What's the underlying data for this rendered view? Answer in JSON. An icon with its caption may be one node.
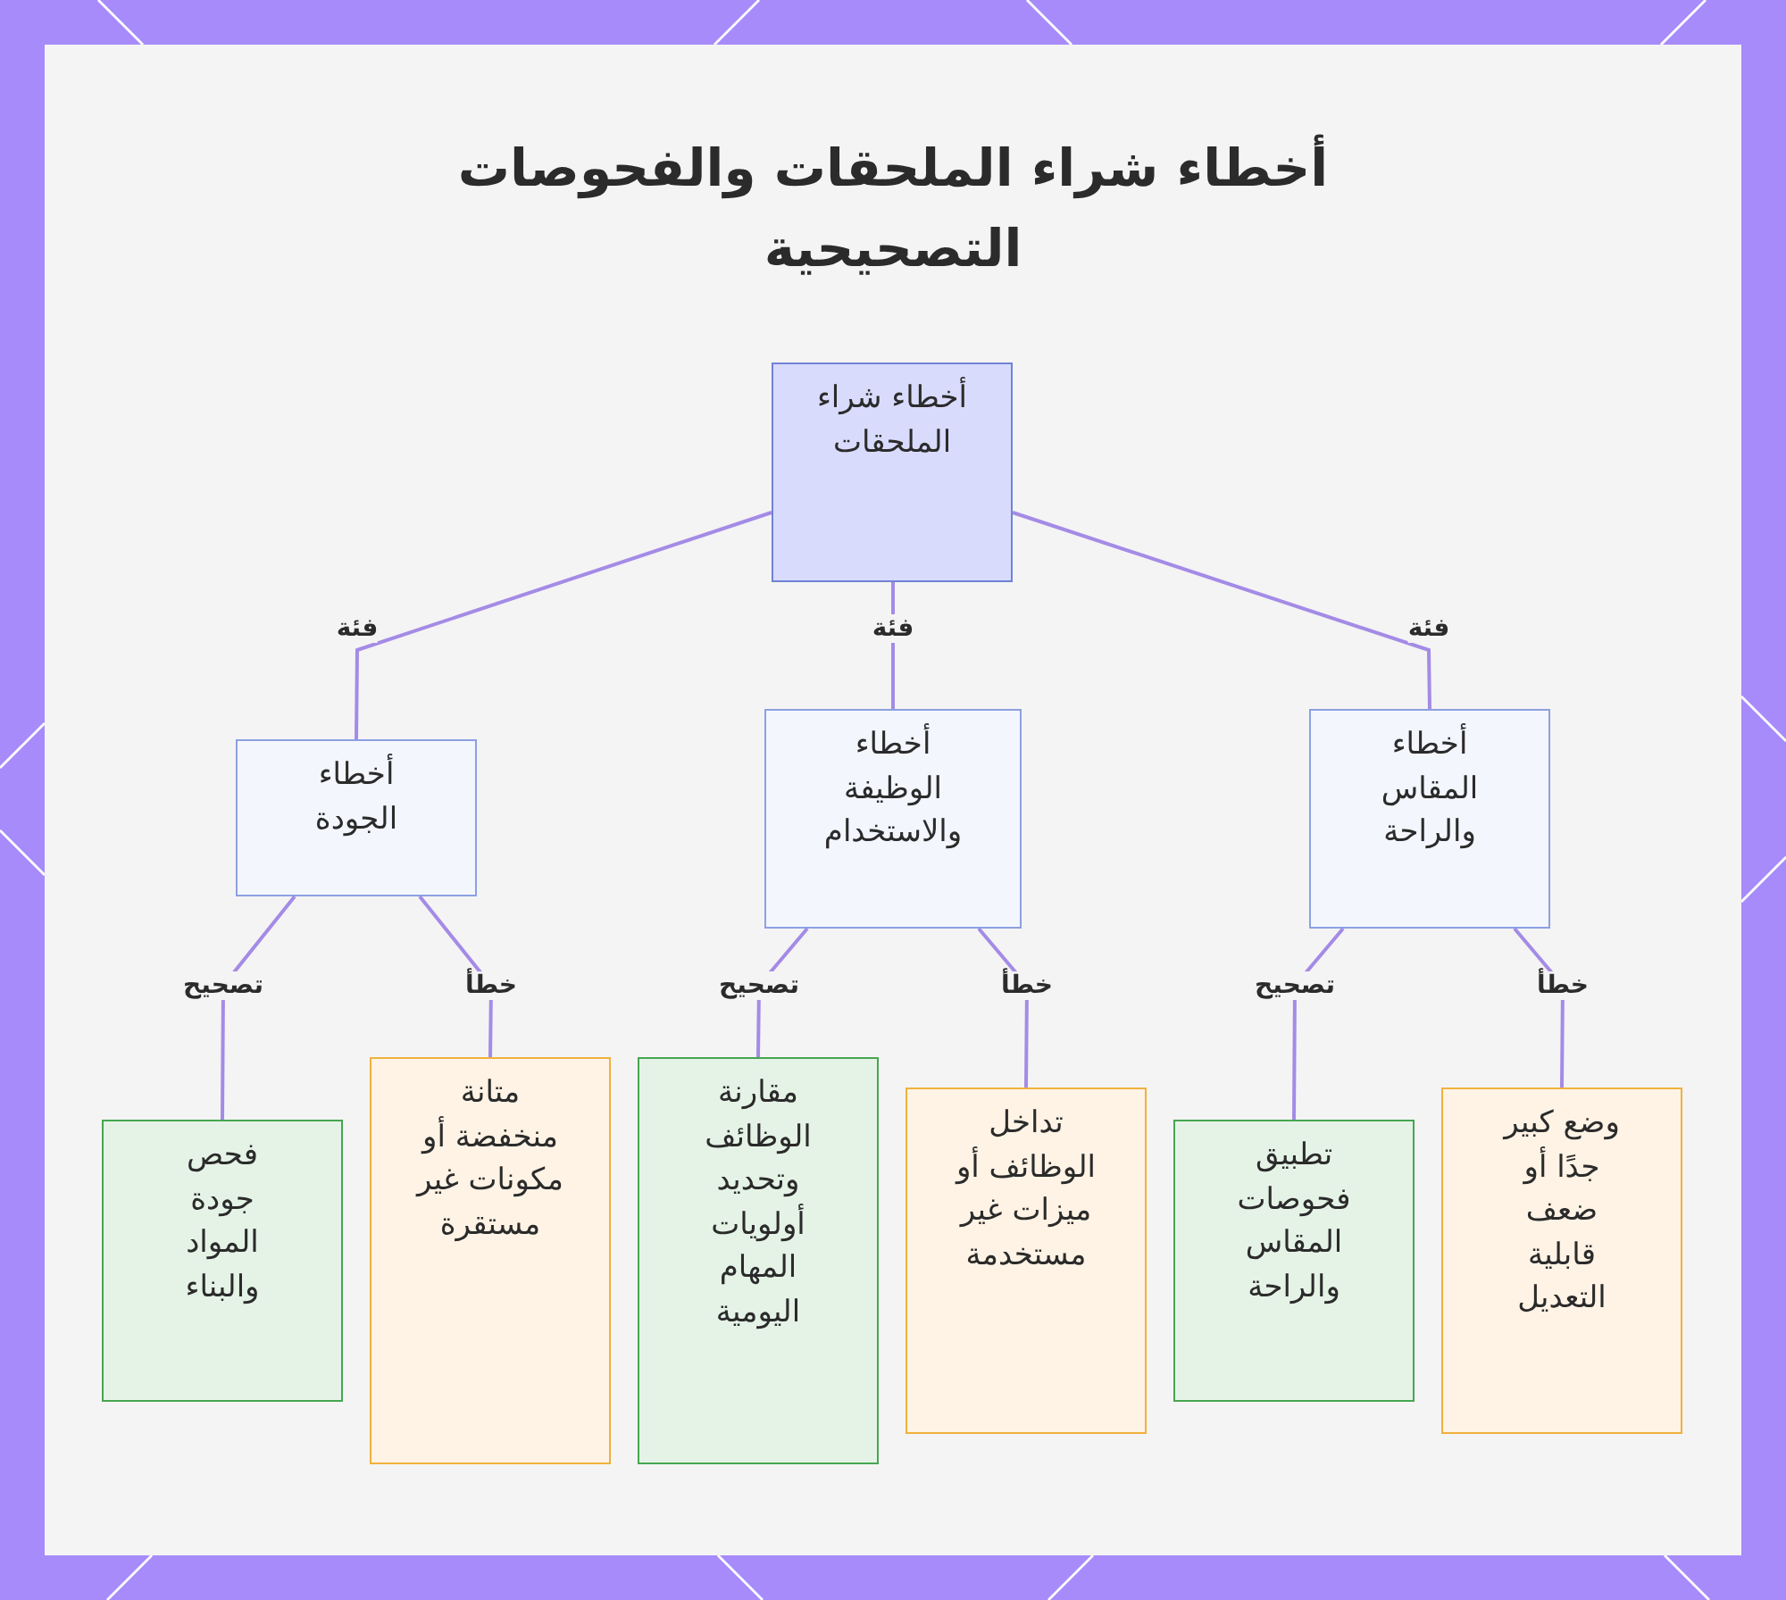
{
  "diagram": {
    "title": "أخطاء شراء الملحقات والفحوصات التصحيحية",
    "nodes": [
      {
        "text": [
          "أخطاء شراء الملحقات"
        ]
      },
      {
        "text": [
          "أخطاء المقاس والراحة"
        ]
      },
      {
        "text": [
          "أخطاء الوظيفة والاستخدام"
        ]
      },
      {
        "text": [
          "أخطاء الجودة"
        ]
      },
      {
        "text": [
          "وضع كبير جدًا أو ضعف قابلية التعديل"
        ]
      },
      {
        "text": [
          "تطبيق فحوصات المقاس والراحة"
        ]
      },
      {
        "text": [
          "تداخل الوظائف أو ميزات غير مستخدمة"
        ]
      },
      {
        "text": [
          "مقارنة الوظائف وتحديد أولويات المهام اليومية"
        ]
      },
      {
        "text": [
          "متانة منخفضة أو مكونات غير مستقرة"
        ]
      },
      {
        "text": [
          "فحص جودة المواد والبناء"
        ]
      }
    ],
    "edges": [
      {
        "from": 0,
        "to": 1,
        "arrow": "none",
        "label": "فئة"
      },
      {
        "from": 0,
        "to": 2,
        "arrow": "none",
        "label": "فئة"
      },
      {
        "from": 0,
        "to": 3,
        "arrow": "none",
        "label": "فئة"
      },
      {
        "from": 1,
        "to": 4,
        "arrow": "none",
        "label": "خطأ"
      },
      {
        "from": 1,
        "to": 5,
        "arrow": "none",
        "label": "تصحيح"
      },
      {
        "from": 2,
        "to": 6,
        "arrow": "none",
        "label": "خطأ"
      },
      {
        "from": 2,
        "to": 7,
        "arrow": "none",
        "label": "تصحيح"
      },
      {
        "from": 3,
        "to": 8,
        "arrow": "none",
        "label": "خطأ"
      },
      {
        "from": 3,
        "to": 9,
        "arrow": "none",
        "label": "تصحيح"
      }
    ]
  }
}
